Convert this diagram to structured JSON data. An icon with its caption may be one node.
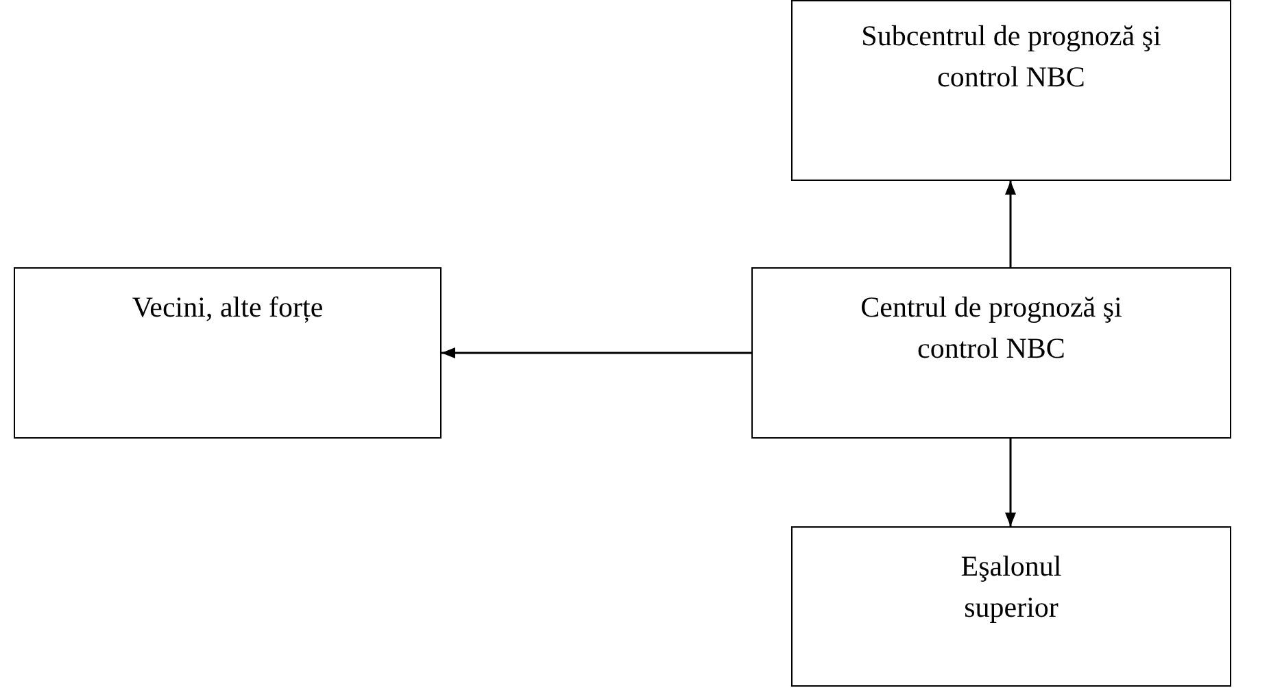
{
  "diagram": {
    "nodes": [
      {
        "text": [
          "Subcentrul de prognoză şi control NBC"
        ]
      },
      {
        "text": [
          "Vecini, alte forțe"
        ]
      },
      {
        "text": [
          "Centrul de prognoză şi control NBC"
        ]
      },
      {
        "text": [
          "Eşalonul superior"
        ]
      }
    ],
    "edges": [
      {
        "from": 2,
        "to": 0,
        "arrow": "to"
      },
      {
        "from": 2,
        "to": 1,
        "arrow": "to"
      },
      {
        "from": 2,
        "to": 3,
        "arrow": "to"
      }
    ]
  }
}
